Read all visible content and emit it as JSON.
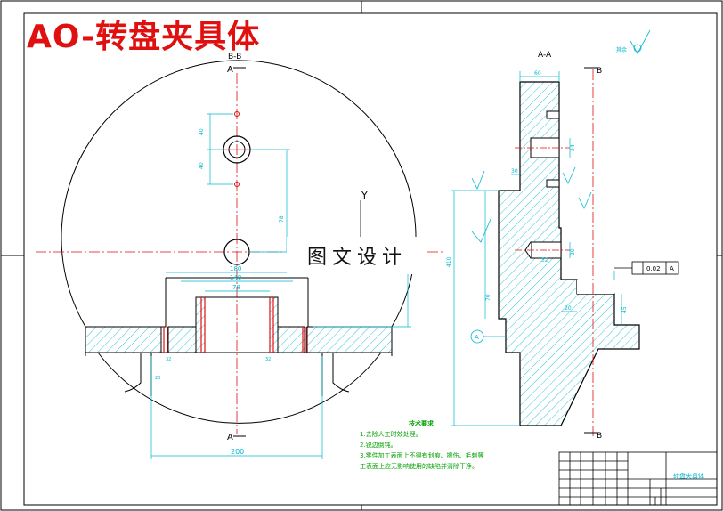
{
  "title": "AO-转盘夹具体",
  "watermark": "图文设计",
  "views": {
    "left_section": "B-B",
    "right_section": "A-A",
    "cut_a": "A",
    "cut_b": "B",
    "axis_y": "Y"
  },
  "dimensions": {
    "d200": "200",
    "d180": "180",
    "d140": "140",
    "d78": "78",
    "d60": "60",
    "d32": "32",
    "d40": "40",
    "d3": "3",
    "d30": "30",
    "d24": "24",
    "d20": "20",
    "d410": "410",
    "d70": "70",
    "d45": "45"
  },
  "tolerance": {
    "value": "0.02",
    "datum": "A"
  },
  "roughness_note": "其余",
  "tech_requirements": {
    "heading": "技术要求",
    "items": [
      "1.去除人工时效处理。",
      "2.锐边倒钝。",
      "3.零件加工表面上不得有划痕、擦伤、毛刺等",
      "工表面上应无影响使用的缺陷并清除干净。"
    ]
  },
  "title_block": {
    "part_name": "转盘夹具体"
  },
  "colors": {
    "outline": "#000000",
    "dimension": "#00b8d0",
    "center_line": "#e01010",
    "hatch": "#00b8d0",
    "title": "#e01010",
    "notes": "#00a000"
  }
}
